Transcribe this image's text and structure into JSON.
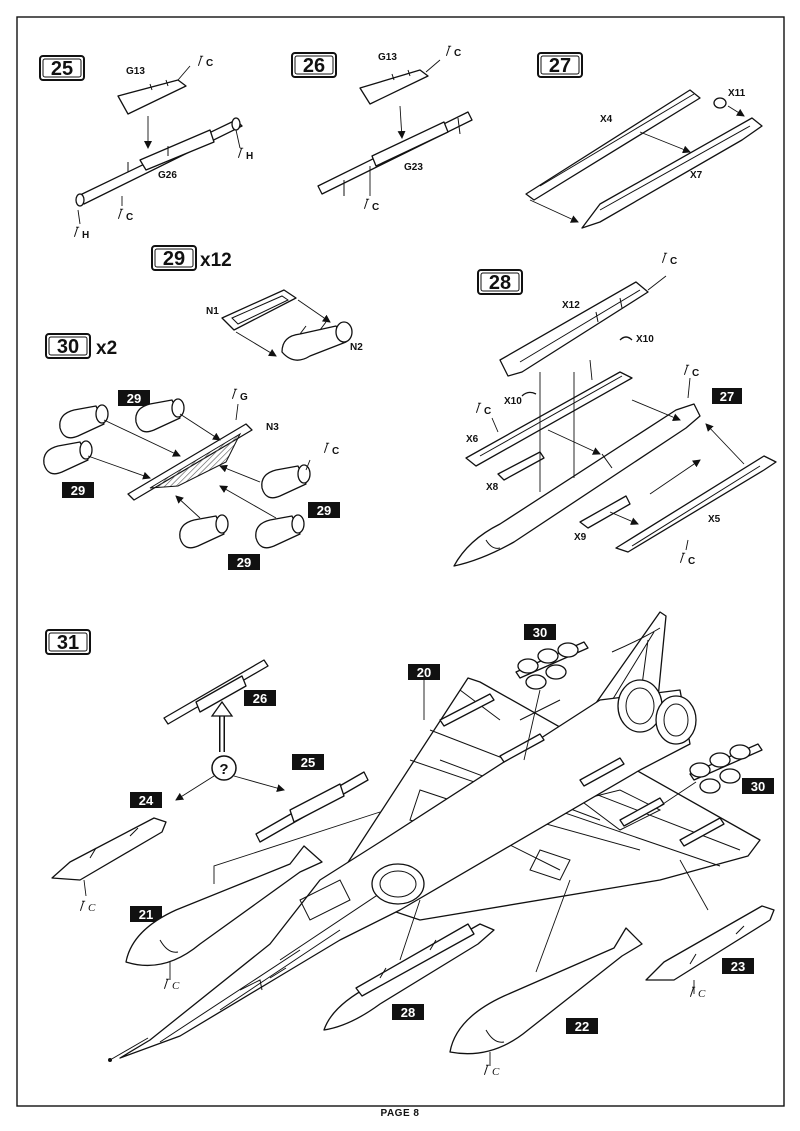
{
  "page": {
    "footer": "PAGE 8"
  },
  "steps": {
    "s25": {
      "number": "25",
      "parts": {
        "g13": "G13",
        "g26": "G26",
        "h1": "H",
        "h2": "H",
        "c1": "C",
        "c2": "C"
      }
    },
    "s26": {
      "number": "26",
      "parts": {
        "g13": "G13",
        "g23": "G23",
        "c1": "C",
        "c2": "C"
      }
    },
    "s27": {
      "number": "27",
      "parts": {
        "x4": "X4",
        "x7": "X7",
        "x11": "X11"
      }
    },
    "s28": {
      "number": "28",
      "parts": {
        "x12": "X12",
        "x10a": "X10",
        "x10b": "X10",
        "x6": "X6",
        "x8": "X8",
        "x9": "X9",
        "x5": "X5",
        "c1": "C",
        "c2": "C",
        "c3": "C",
        "c4": "C"
      },
      "ref": "27"
    },
    "s29": {
      "number": "29",
      "multiplier": "x12",
      "parts": {
        "n1": "N1",
        "n2": "N2"
      }
    },
    "s30": {
      "number": "30",
      "multiplier": "x2",
      "parts": {
        "n3": "N3",
        "g": "G",
        "c": "C"
      },
      "refs": [
        "29",
        "29",
        "29",
        "29"
      ]
    },
    "s31": {
      "number": "31",
      "option_mark": "?",
      "glue": "C",
      "refs": {
        "r20": "20",
        "r21": "21",
        "r22": "22",
        "r23": "23",
        "r24": "24",
        "r25": "25",
        "r26": "26",
        "r28": "28",
        "r30a": "30",
        "r30b": "30"
      }
    }
  }
}
